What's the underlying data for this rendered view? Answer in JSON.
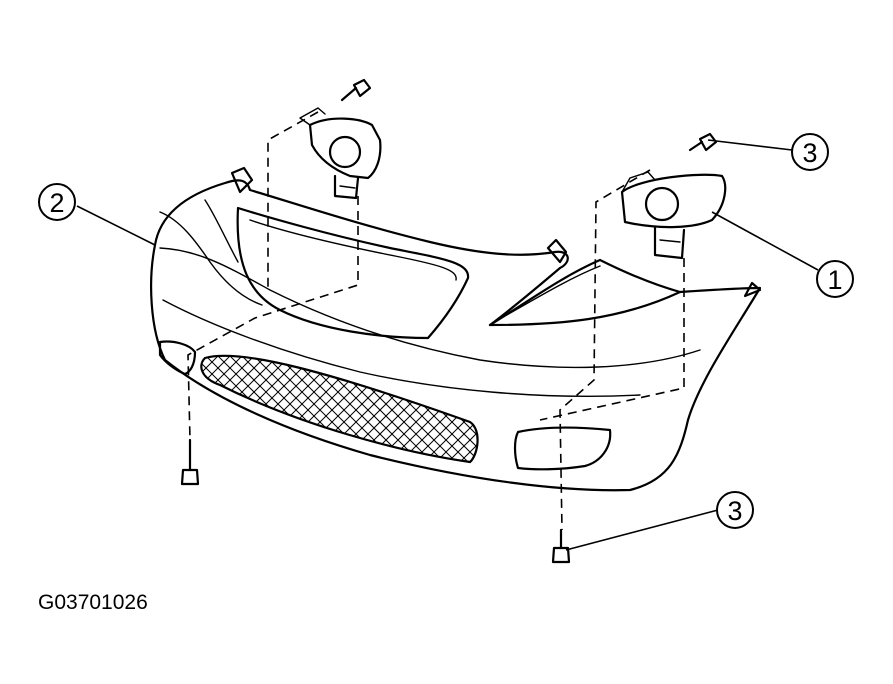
{
  "callouts": {
    "fog_light": "1",
    "bumper": "2",
    "bolt_upper": "3",
    "bolt_lower": "3"
  },
  "figure_code": "G03701026"
}
